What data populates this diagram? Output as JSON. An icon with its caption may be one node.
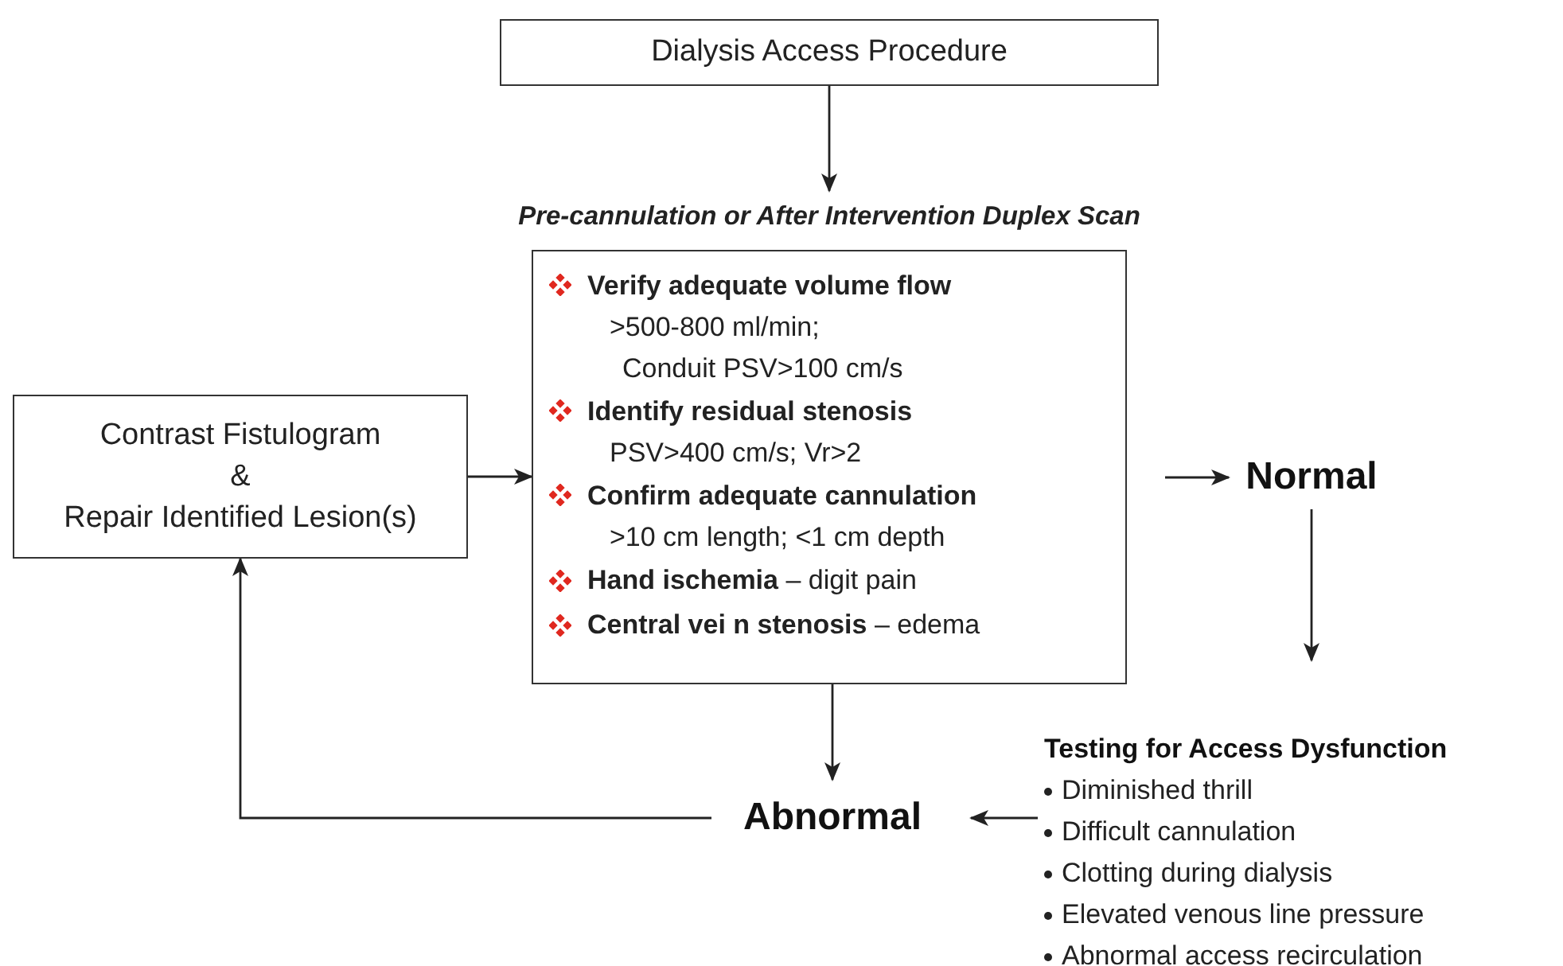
{
  "diagram": {
    "nodes": [
      {
        "text": [
          "Dialysis Access Procedure"
        ]
      },
      {
        "text": [
          "Pre-cannulation or After Intervention Duplex Scan",
          "Verify adequate volume flow",
          ">500-800 ml/min;",
          "Conduit PSV>100 cm/s",
          "Identify residual stenosis",
          "PSV>400 cm/s; Vr>2",
          "Confirm adequate cannulation",
          ">10 cm length; <1 cm depth",
          "**Hand ischemia** – digit pain",
          "**Central vei n stenosis** – edema"
        ]
      },
      {
        "text": [
          "Contrast Fistulogram",
          "&",
          "Repair Identified Lesion(s)"
        ]
      },
      {
        "text": [
          "Normal"
        ]
      },
      {
        "text": [
          "Testing for Access Dysfunction",
          "Diminished thrill",
          "Difficult cannulation",
          "Clotting during dialysis",
          "Elevated venous line pressure",
          "Abnormal access recirculation"
        ]
      },
      {
        "text": [
          "Abnormal"
        ]
      }
    ],
    "edges": [
      {
        "from": 0,
        "to": 1,
        "arrow": "to"
      },
      {
        "from": 2,
        "to": 1,
        "arrow": "to"
      },
      {
        "from": 1,
        "to": 3,
        "arrow": "to"
      },
      {
        "from": 3,
        "to": 4,
        "arrow": "to"
      },
      {
        "from": 4,
        "to": 5,
        "arrow": "to"
      },
      {
        "from": 1,
        "to": 5,
        "arrow": "to"
      },
      {
        "from": 5,
        "to": 2,
        "arrow": "to"
      }
    ]
  }
}
